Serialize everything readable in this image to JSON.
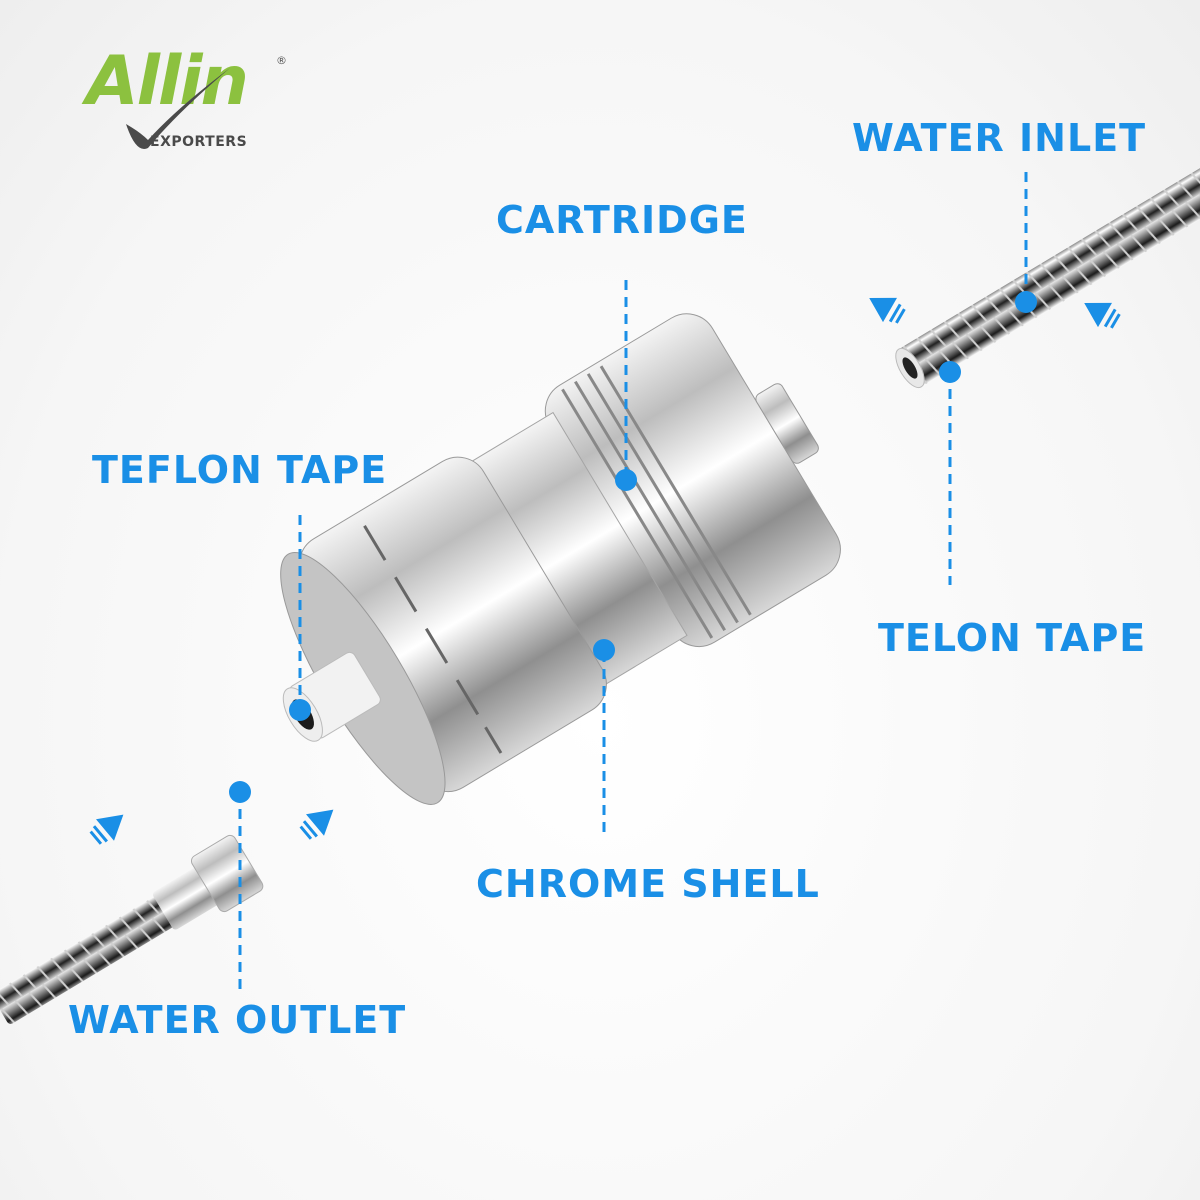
{
  "brand": {
    "name": "Allin",
    "subtitle": "EXPORTERS",
    "registered_mark": "®",
    "color_primary": "#8cc13f",
    "color_secondary": "#4a4a4a"
  },
  "diagram": {
    "subject": "Shower filter exploded view",
    "accent_color": "#1a8fe6",
    "labels": [
      {
        "id": "water_inlet",
        "text": "WATER INLET"
      },
      {
        "id": "cartridge",
        "text": "CARTRIDGE"
      },
      {
        "id": "teflon_tape",
        "text": "TEFLON TAPE"
      },
      {
        "id": "telon_tape",
        "text": "TELON TAPE"
      },
      {
        "id": "chrome_shell",
        "text": "CHROME SHELL"
      },
      {
        "id": "water_outlet",
        "text": "WATER OUTLET"
      }
    ]
  }
}
